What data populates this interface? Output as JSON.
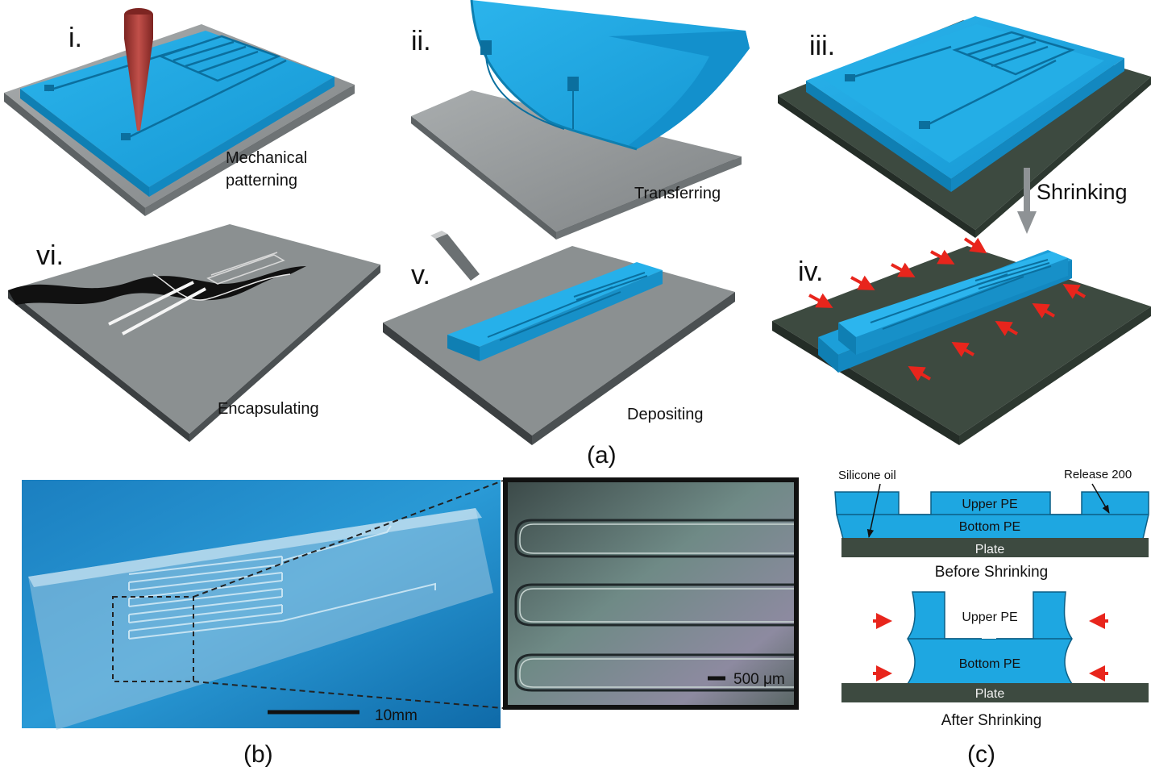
{
  "panel_a": {
    "label": "(a)",
    "steps": {
      "i": {
        "roman": "i.",
        "caption_line1": "Mechanical",
        "caption_line2": "patterning"
      },
      "ii": {
        "roman": "ii.",
        "caption": "Transferring"
      },
      "iii": {
        "roman": "iii.",
        "arrow_label": "Shrinking"
      },
      "iv": {
        "roman": "iv."
      },
      "v": {
        "roman": "v.",
        "caption": "Depositing"
      },
      "vi": {
        "roman": "vi.",
        "caption": "Encapsulating"
      }
    }
  },
  "panel_b": {
    "label": "(b)",
    "scale_bar_macro": "10mm",
    "scale_bar_micro": "500 μm"
  },
  "panel_c": {
    "label": "(c)",
    "before": {
      "callout_left": "Silicone oil",
      "callout_right": "Release 200",
      "upper": "Upper PE",
      "bottom": "Bottom PE",
      "plate": "Plate",
      "caption": "Before Shrinking"
    },
    "after": {
      "upper": "Upper PE",
      "bottom": "Bottom PE",
      "plate": "Plate",
      "caption": "After Shrinking"
    }
  },
  "colors": {
    "pe_blue": "#1ea7e1",
    "pe_blue_dark": "#0d7fb0",
    "substrate_grey": "#8f9395",
    "plate_green": "#3d4a40",
    "arrow_red": "#e8251c",
    "blade_red": "#a33a36"
  }
}
